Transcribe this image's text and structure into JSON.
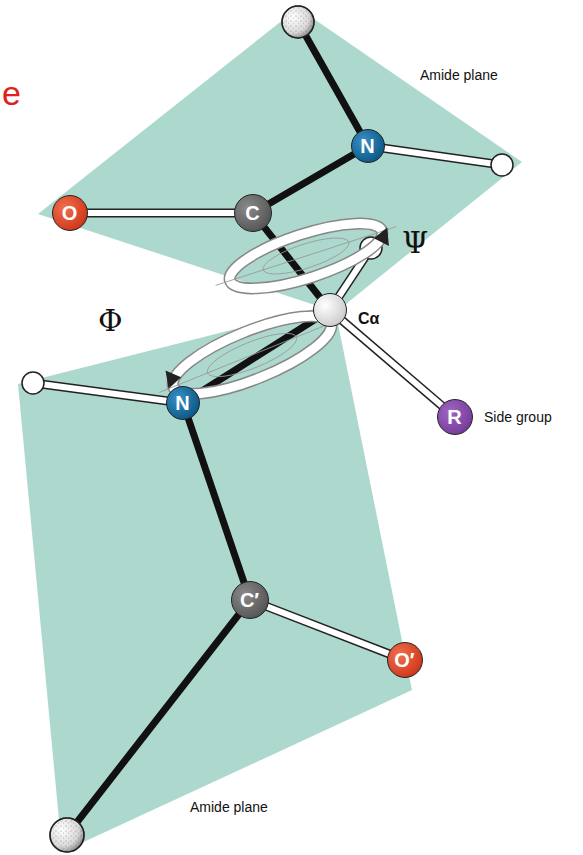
{
  "diagram": {
    "nodes": [
      {
        "text": [
          "N"
        ]
      },
      {
        "text": [
          "O"
        ]
      },
      {
        "text": [
          "C"
        ]
      },
      {
        "text": [
          "Cα"
        ]
      },
      {
        "text": [
          "R"
        ]
      },
      {
        "text": [
          "N"
        ]
      },
      {
        "text": [
          "C′"
        ]
      },
      {
        "text": [
          "O′"
        ]
      }
    ],
    "edges": [
      {
        "from": 0,
        "to": 2,
        "arrow": "none"
      },
      {
        "from": 2,
        "to": 1,
        "arrow": "none"
      },
      {
        "from": 2,
        "to": 3,
        "arrow": "none"
      },
      {
        "from": 3,
        "to": 4,
        "arrow": "none"
      },
      {
        "from": 3,
        "to": 5,
        "arrow": "none"
      },
      {
        "from": 5,
        "to": 6,
        "arrow": "none"
      },
      {
        "from": 6,
        "to": 7,
        "arrow": "none"
      }
    ],
    "labels": [
      "e",
      "Amide plane",
      "Ψ",
      "Φ",
      "Side group",
      "Amide plane"
    ]
  }
}
